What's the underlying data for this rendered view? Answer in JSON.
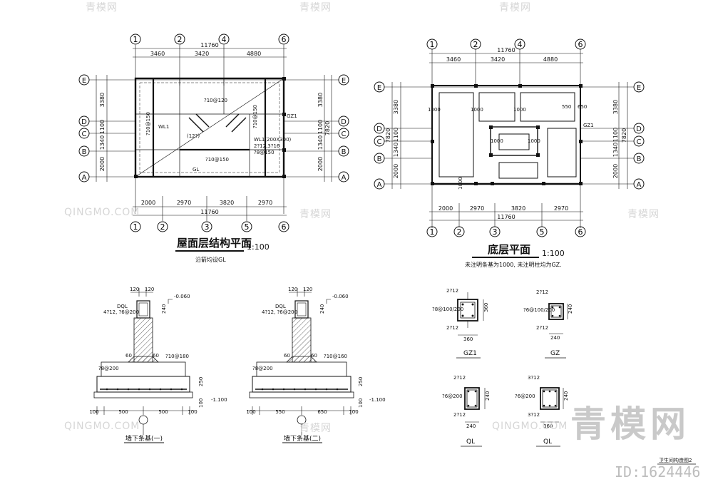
{
  "watermarks": {
    "brand_cn": "青模网",
    "brand_en": "QINGMO.COM",
    "big": "青模网",
    "id": "ID:1624446"
  },
  "sheet_title": "卫生间构造图2",
  "roof_plan": {
    "title": "屋面层结构平面",
    "scale": "1:100",
    "note": "沿箭均设GL",
    "top_axes": [
      "1",
      "2",
      "4",
      "6"
    ],
    "top_total": "11760",
    "top_dims": [
      "3460",
      "3420",
      "4880"
    ],
    "bottom_axes": [
      "1",
      "2",
      "3",
      "5",
      "6"
    ],
    "bottom_dims": [
      "2000",
      "2970",
      "3820",
      "2970"
    ],
    "bottom_total": "11760",
    "row_axes": [
      "E",
      "D",
      "C",
      "B",
      "A"
    ],
    "left_dims": [
      "3380",
      "1100",
      "1340",
      "2000"
    ],
    "left_total": "7820",
    "slab_labels": [
      "?10@120",
      "?10@150",
      "?10@150",
      "?10@150"
    ],
    "beam_labels": [
      "WL1",
      "WL1(200X300)",
      "2?12,3?16",
      "?8@150",
      "(12?)",
      "GZ1",
      "GL"
    ]
  },
  "ground_plan": {
    "title": "底层平面",
    "scale": "1:100",
    "note": "未注明条基为1000, 未注明柱均为GZ.",
    "top_axes": [
      "1",
      "2",
      "4",
      "6"
    ],
    "top_total": "11760",
    "top_dims": [
      "3460",
      "3420",
      "4880"
    ],
    "bottom_axes": [
      "1",
      "2",
      "3",
      "5",
      "6"
    ],
    "bottom_dims": [
      "2000",
      "2970",
      "3820",
      "2970"
    ],
    "bottom_total": "11760",
    "row_axes": [
      "E",
      "D",
      "C",
      "B",
      "A"
    ],
    "right_dims": [
      "3380",
      "1100",
      "1340",
      "2000"
    ],
    "left_total": "7820",
    "inner_labels": [
      "1000",
      "1000",
      "1000",
      "550",
      "650",
      "1000",
      "1000",
      "1000",
      "GZ1"
    ]
  },
  "foundation1": {
    "title": "墙下条基(一)",
    "top_dims": [
      "120",
      "120"
    ],
    "level_top": "-0.060",
    "level_bottom": "-1.100",
    "ql": "DQL",
    "ql_rebar": "4?12, ?6@200",
    "ql_h": "240",
    "steps": [
      "60",
      "60"
    ],
    "rebar_top": "?10@180",
    "rebar_bottom": "?8@200",
    "h1": "250",
    "h2": "100",
    "bottom_dims": [
      "100",
      "500",
      "500",
      "100"
    ]
  },
  "foundation2": {
    "title": "墙下条基(二)",
    "top_dims": [
      "120",
      "120"
    ],
    "level_top": "-0.060",
    "level_bottom": "-1.100",
    "ql": "DQL",
    "ql_rebar": "4?12, ?6@200",
    "ql_h": "240",
    "steps": [
      "60",
      "60"
    ],
    "rebar_top": "?10@160",
    "rebar_bottom": "?8@200",
    "h1": "250",
    "h2": "100",
    "bottom_dims": [
      "100",
      "550",
      "650",
      "100"
    ]
  },
  "sections": [
    {
      "name": "GZ1",
      "top": "2?12",
      "stirrup": "?8@100/200",
      "bottom": "2?12",
      "h": "360",
      "w": "360"
    },
    {
      "name": "GZ",
      "top": "2?12",
      "stirrup": "?6@100/200",
      "bottom": "2?12",
      "h": "240",
      "w": "240"
    },
    {
      "name": "QL",
      "top": "2?12",
      "stirrup": "?6@200",
      "bottom": "2?12",
      "h": "240",
      "w": "240"
    },
    {
      "name": "QL",
      "top": "3?12",
      "stirrup": "?6@200",
      "bottom": "3?12",
      "h": "240",
      "w": "360"
    }
  ]
}
